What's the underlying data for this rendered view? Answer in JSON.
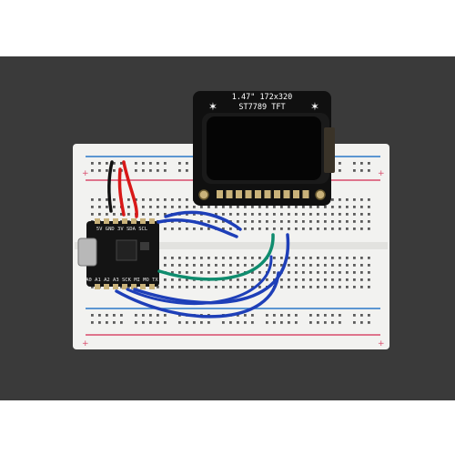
{
  "display_board": {
    "silkscreen_line1": "1.47\" 172x320",
    "silkscreen_line2": "ST7789 TFT"
  },
  "microcontroller": {
    "top_labels": "5V GND 3V SDA SCL",
    "bottom_labels": "A0 A1 A2 A3 SCK MI MO TX"
  },
  "colors": {
    "background": "#3a3a3a",
    "breadboard": "#f2f2f0",
    "rail_blue": "#2a78c8",
    "rail_red": "#d84a6a",
    "wire_blue": "#1e3fb8",
    "wire_teal": "#0f8c6e",
    "wire_red": "#d81818",
    "wire_black": "#111111",
    "pcb": "#101010",
    "screen": "#050505"
  }
}
